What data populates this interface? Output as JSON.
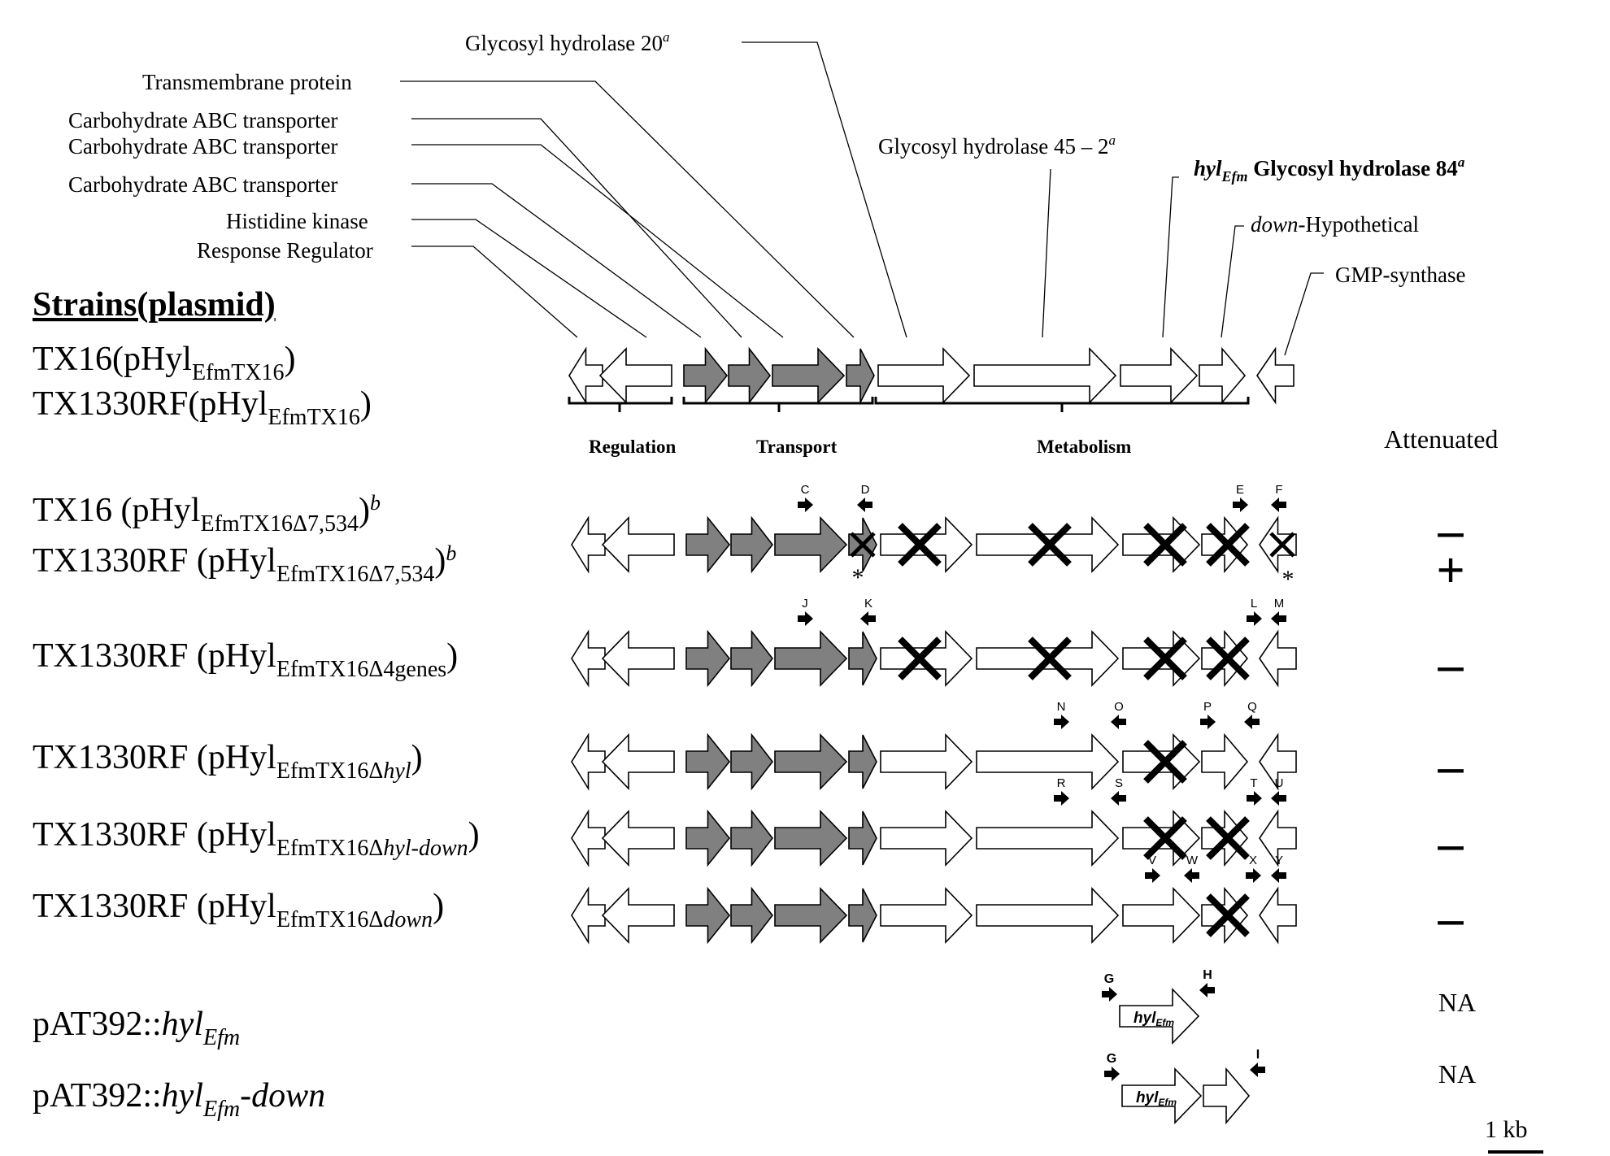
{
  "title": "Strains(plasmid)",
  "colors": {
    "transport_fill": "#808080",
    "gene_fill": "#ffffff",
    "stroke": "#000000",
    "deletion": "#000000"
  },
  "gene_labels": [
    {
      "id": "gh20",
      "text": "Glycosyl hydrolase 20",
      "sup": "a"
    },
    {
      "id": "tm",
      "text": "Transmembrane protein"
    },
    {
      "id": "abc1",
      "text": "Carbohydrate ABC transporter"
    },
    {
      "id": "abc2",
      "text": "Carbohydrate ABC transporter"
    },
    {
      "id": "abc3",
      "text": "Carbohydrate ABC transporter"
    },
    {
      "id": "hk",
      "text": "Histidine kinase"
    },
    {
      "id": "rr",
      "text": "Response Regulator"
    },
    {
      "id": "gh45",
      "text": "Glycosyl hydrolase 45 – 2",
      "sup": "a"
    },
    {
      "id": "hyl",
      "pre": "hyl",
      "pre_sub": "Efm",
      "text": " Glycosyl hydrolase 84",
      "sup": "a"
    },
    {
      "id": "down",
      "pre": "down",
      "text": "-Hypothetical"
    },
    {
      "id": "gmp",
      "text": "GMP-synthase"
    }
  ],
  "groups": [
    "Regulation",
    "Transport",
    "Metabolism"
  ],
  "attenuated_header": "Attenuated",
  "strains": [
    {
      "base": "TX16(pHyl",
      "sub": "EfmTX16",
      "close": ")"
    },
    {
      "base": "TX1330RF(pHyl",
      "sub": "EfmTX16",
      "close": ")"
    },
    {
      "base": "TX16 (pHyl",
      "sub": "EfmTX16Δ7,534",
      "close": ")",
      "sup": "b"
    },
    {
      "base": "TX1330RF (pHyl",
      "sub": "EfmTX16Δ7,534",
      "close": ")",
      "sup": "b"
    },
    {
      "base": "TX1330RF (pHyl",
      "sub": "EfmTX16Δ4genes",
      "close": ")"
    },
    {
      "base": "TX1330RF (pHyl",
      "sub": "EfmTX16Δ",
      "sub_italic": "hyl",
      "close": ")"
    },
    {
      "base": "TX1330RF (pHyl",
      "sub": "EfmTX16Δ",
      "sub_italic": "hyl-down",
      "close": ")"
    },
    {
      "base": "TX1330RF (pHyl",
      "sub": "EfmTX16Δ",
      "sub_italic": "down",
      "close": ")"
    },
    {
      "base": "pAT392::",
      "italic": "hyl",
      "italic_sub": "Efm"
    },
    {
      "base": "pAT392::",
      "italic": "hyl",
      "italic_sub": "Efm",
      "italic_tail": "-down"
    }
  ],
  "attenuation": [
    {
      "row": "a",
      "value": "–"
    },
    {
      "row": "b",
      "value": "+"
    },
    {
      "row": "c",
      "value": "–"
    },
    {
      "row": "d",
      "value": "–"
    },
    {
      "row": "e",
      "value": "–"
    },
    {
      "row": "f",
      "value": "–"
    },
    {
      "row": "g",
      "value": "NA"
    },
    {
      "row": "h",
      "value": "NA"
    }
  ],
  "primers": {
    "a": [
      "C",
      "D",
      "E",
      "F"
    ],
    "c": [
      "J",
      "K",
      "L",
      "M"
    ],
    "d": [
      "N",
      "O",
      "P",
      "Q"
    ],
    "e": [
      "R",
      "S",
      "T",
      "U"
    ],
    "f": [
      "V",
      "W",
      "X",
      "Y"
    ],
    "g": [
      "G",
      "H"
    ],
    "h": [
      "G",
      "I"
    ]
  },
  "asterisk": "*",
  "inner_gene": {
    "main": "hyl",
    "sub": "Efm"
  },
  "scale_label": "1 kb"
}
